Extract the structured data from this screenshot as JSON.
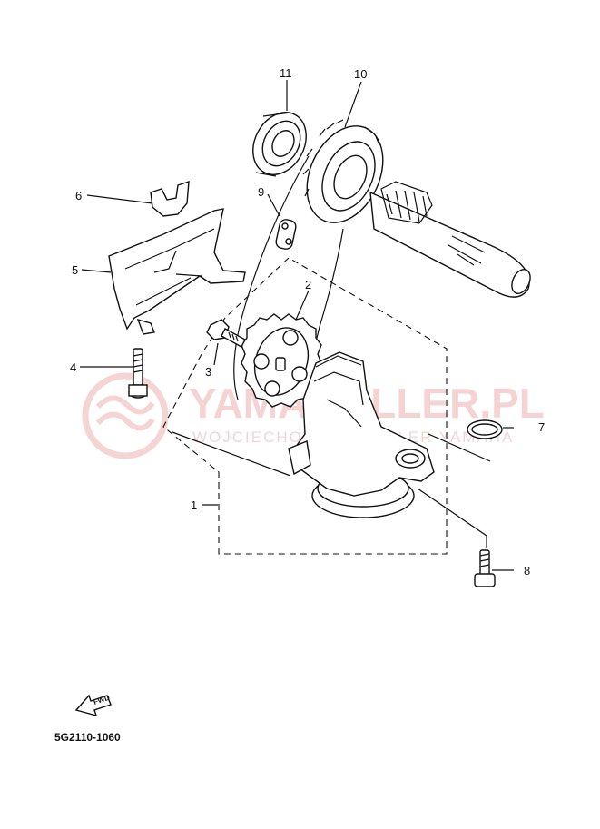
{
  "diagram": {
    "part_number": "5G2110-1060",
    "fwd_label": "FWD",
    "watermark": {
      "main": "YAMAHOLLER.PL",
      "sub": "WOJCIECHOWSZY DEALER YAMAHA"
    },
    "callouts": [
      "1",
      "2",
      "3",
      "4",
      "5",
      "6",
      "7",
      "8",
      "9",
      "10",
      "11"
    ],
    "accent_color": "#e9a0a0",
    "line_color": "#111111"
  }
}
